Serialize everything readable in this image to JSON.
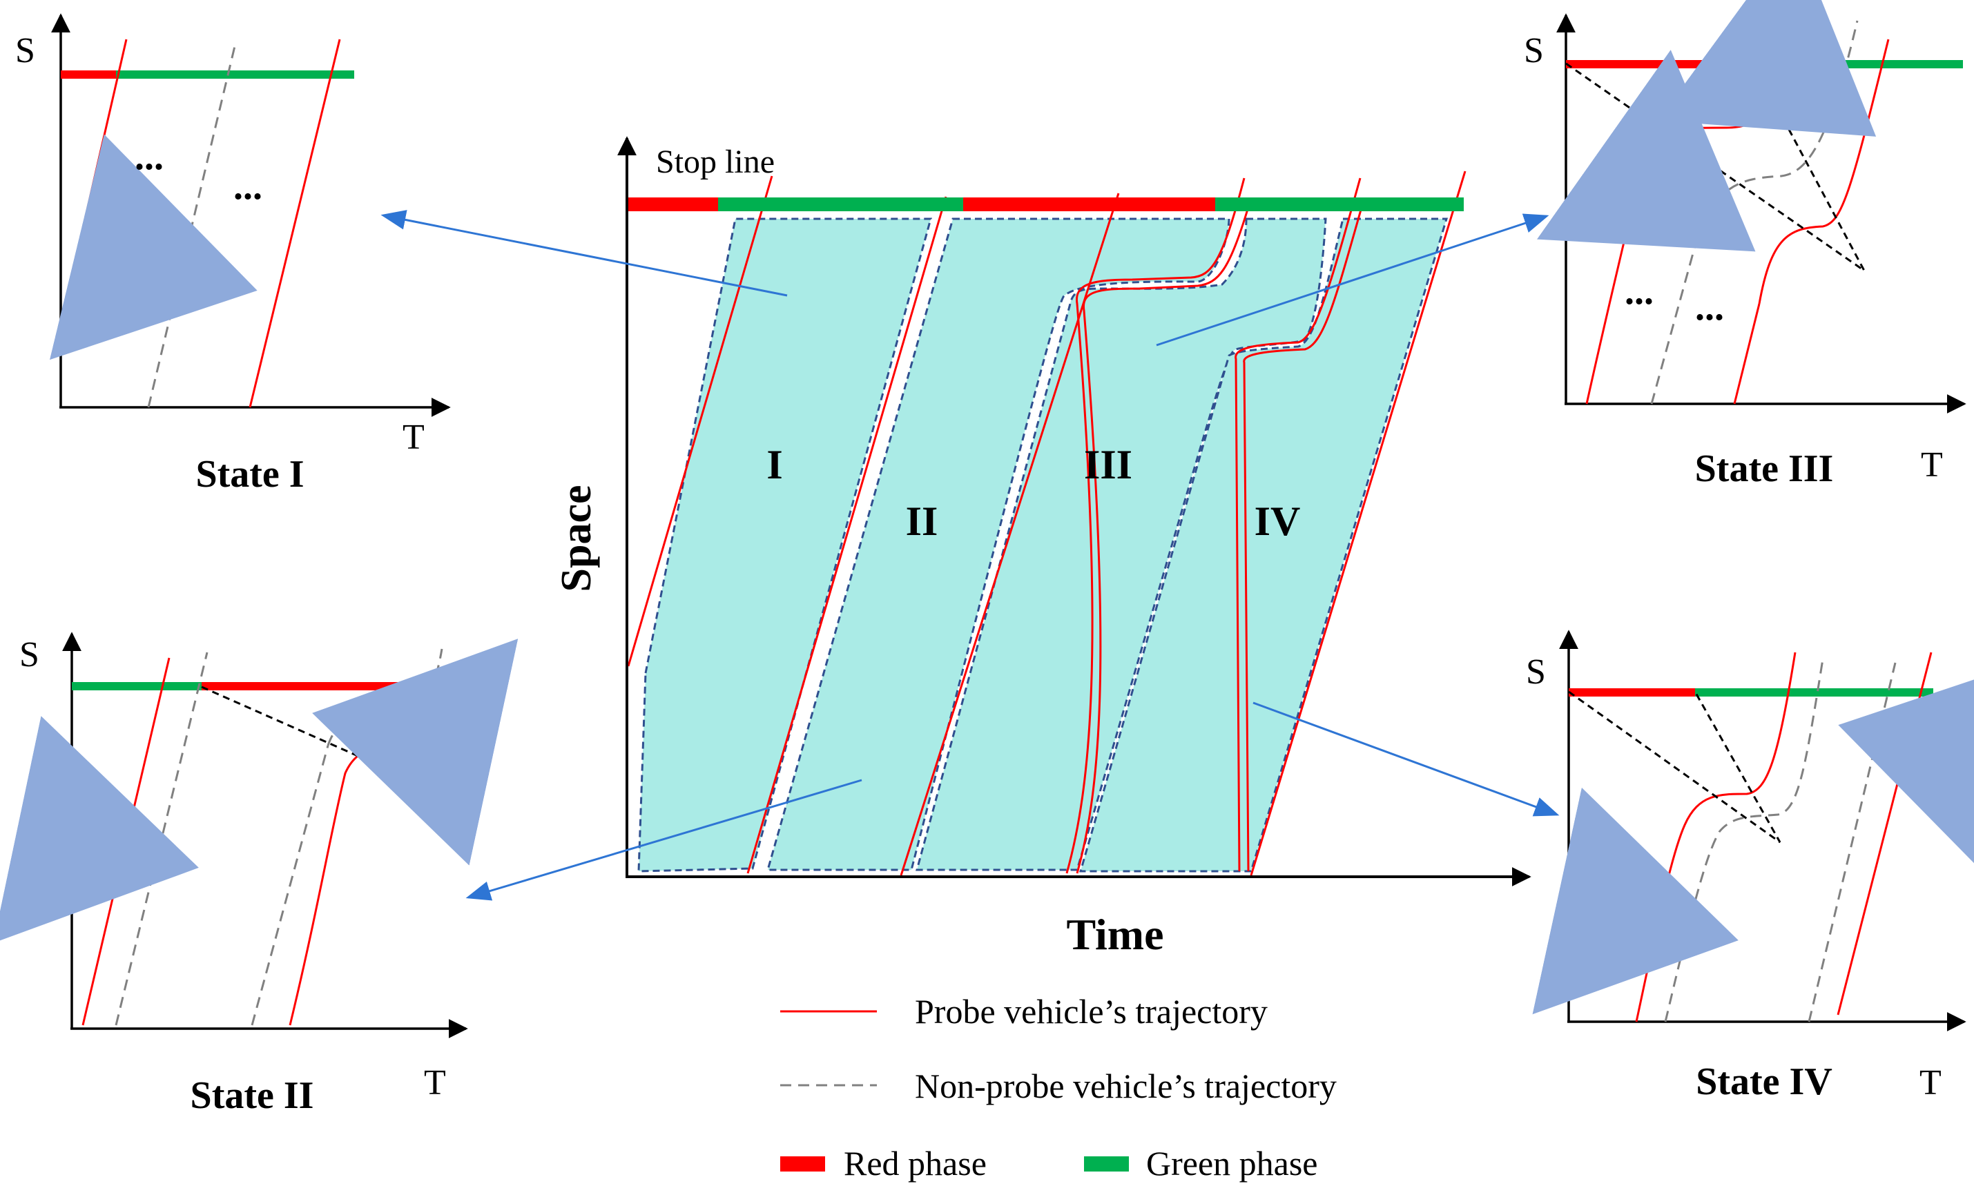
{
  "colors": {
    "probe": "#ff0000",
    "nonprobe": "#808080",
    "red_phase": "#ff0000",
    "green_phase": "#00b050",
    "region_fill": "#aaebe6",
    "region_border": "#2f4f8f",
    "pointer": "#2e75d4",
    "arrow_fill": "#8eaadb",
    "axis": "#000000"
  },
  "main": {
    "stop_line_label": "Stop line",
    "space_label": "Space",
    "time_label": "Time",
    "regions": [
      "I",
      "II",
      "III",
      "IV"
    ]
  },
  "states": [
    {
      "title": "State I",
      "s_label": "S",
      "t_label": "T",
      "dots": "..."
    },
    {
      "title": "State II",
      "s_label": "S",
      "t_label": "T"
    },
    {
      "title": "State III",
      "s_label": "S",
      "t_label": "T",
      "dots": "..."
    },
    {
      "title": "State IV",
      "s_label": "S",
      "t_label": "T"
    }
  ],
  "legend": {
    "probe": "Probe vehicle’s trajectory",
    "nonprobe": "Non-probe vehicle’s trajectory",
    "red": "Red phase",
    "green": "Green phase"
  }
}
